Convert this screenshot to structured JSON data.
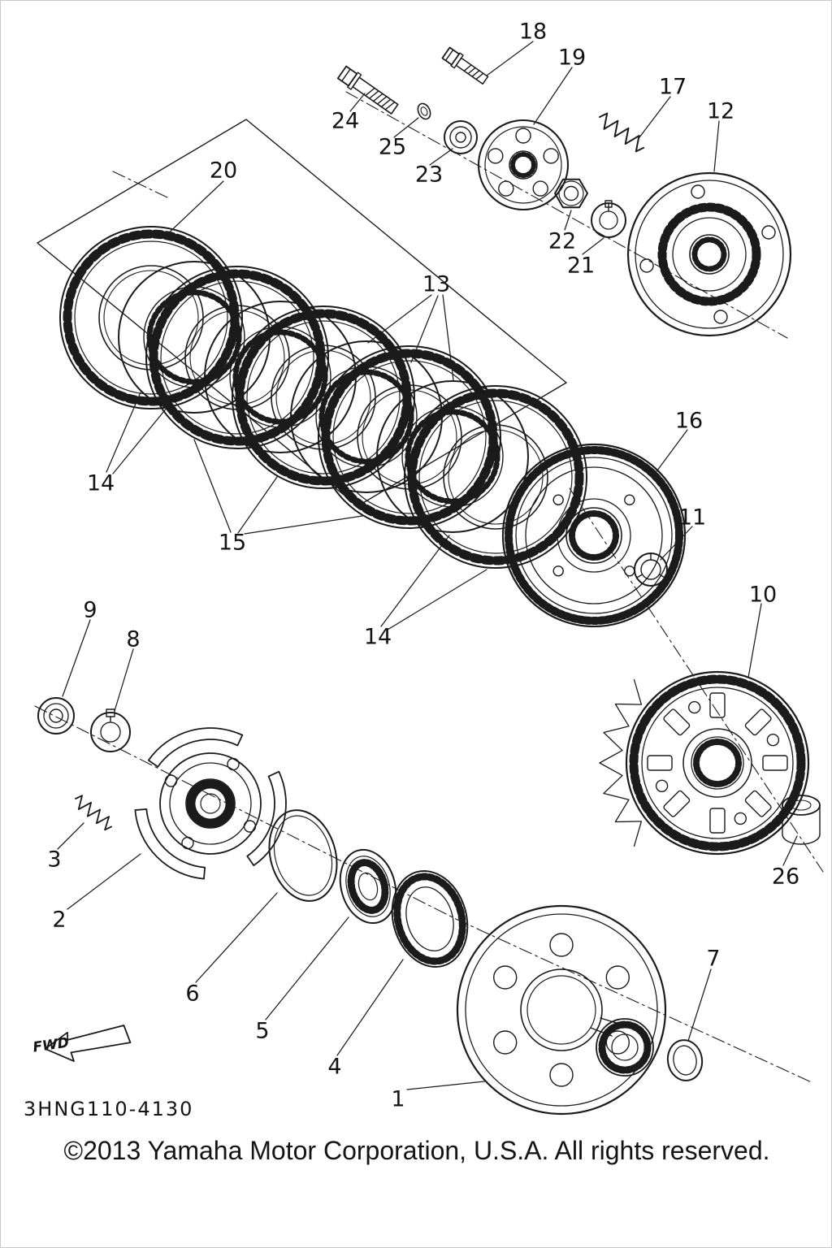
{
  "diagram": {
    "callouts": [
      "18",
      "19",
      "17",
      "12",
      "24",
      "25",
      "23",
      "20",
      "22",
      "21",
      "13",
      "16",
      "14",
      "11",
      "15",
      "10",
      "9",
      "8",
      "14",
      "3",
      "2",
      "26",
      "6",
      "5",
      "4",
      "7",
      "1"
    ],
    "fwd_label": "FWD",
    "part_code": "3HNG110-4130"
  },
  "footer": {
    "copyright": "©2013 Yamaha Motor Corporation, U.S.A. All rights reserved."
  },
  "colors": {
    "ink": "#1b1b1b",
    "paper": "#ffffff"
  }
}
